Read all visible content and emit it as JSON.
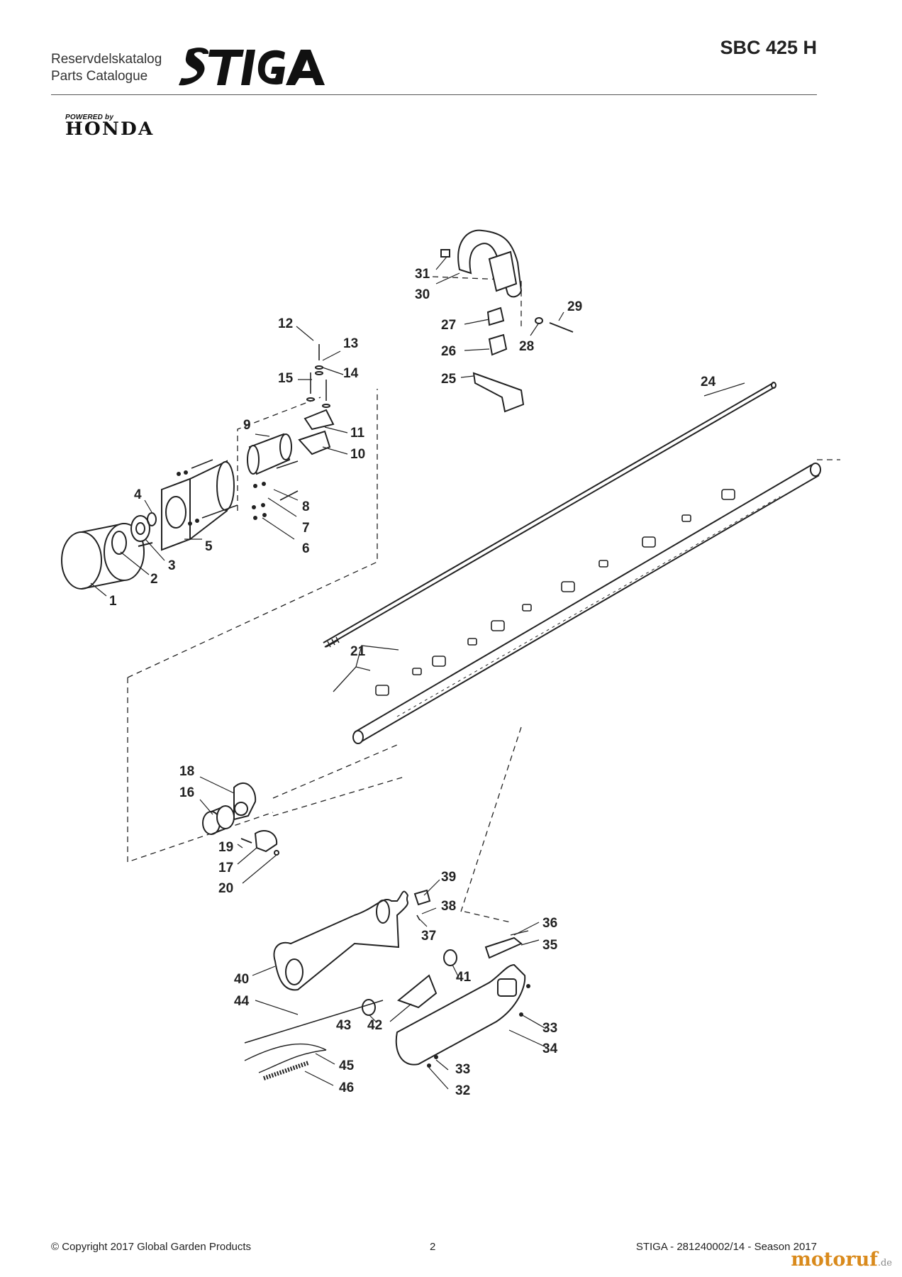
{
  "header": {
    "catalog_label_line1": "Reservdelskatalog",
    "catalog_label_line2": "Parts Catalogue",
    "brand_logo_text": "STIGA",
    "model": "SBC 425 H",
    "powered_by_small": "POWERED by",
    "powered_by_brand": "HONDA"
  },
  "callouts": [
    "1",
    "2",
    "3",
    "4",
    "5",
    "6",
    "7",
    "8",
    "9",
    "10",
    "11",
    "12",
    "13",
    "14",
    "15",
    "16",
    "17",
    "18",
    "19",
    "20",
    "21",
    "24",
    "25",
    "26",
    "27",
    "28",
    "29",
    "30",
    "31",
    "32",
    "33",
    "33",
    "34",
    "35",
    "36",
    "37",
    "38",
    "39",
    "40",
    "41",
    "42",
    "43",
    "44",
    "45",
    "46"
  ],
  "footer": {
    "copyright": "© Copyright 2017 Global Garden Products",
    "page_number": "2",
    "reference": "STIGA - 281240002/14 - Season 2017"
  },
  "watermark": {
    "name": "motoruf",
    "tld": ".de"
  },
  "colors": {
    "ink": "#222222",
    "rule": "#555555",
    "watermark": "#d98a1c"
  }
}
